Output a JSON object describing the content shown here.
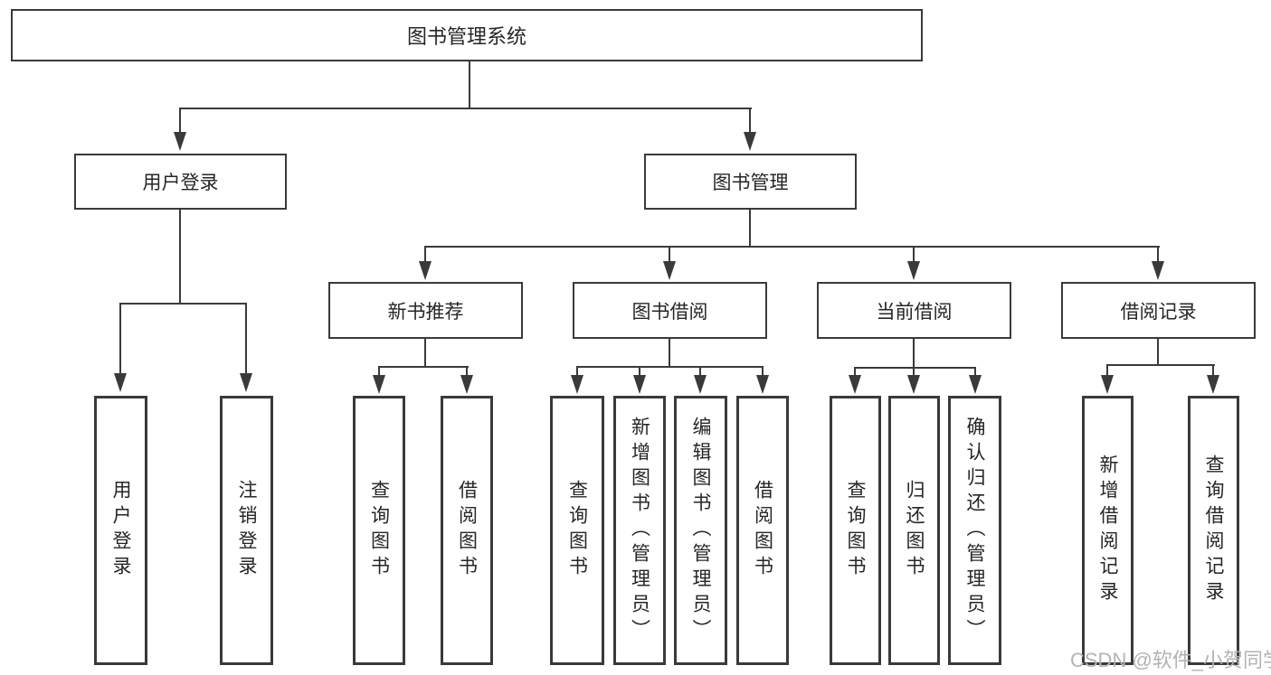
{
  "colors": {
    "line": "#3a3a3a",
    "text": "#262626",
    "watermark": "#b3b3b3",
    "background": "#ffffff"
  },
  "tree": {
    "label": "图书管理系统",
    "children": [
      {
        "label": "用户登录",
        "children": [
          {
            "label": "用户登录"
          },
          {
            "label": "注销登录"
          }
        ]
      },
      {
        "label": "图书管理",
        "children": [
          {
            "label": "新书推荐",
            "children": [
              {
                "label": "查询图书"
              },
              {
                "label": "借阅图书"
              }
            ]
          },
          {
            "label": "图书借阅",
            "children": [
              {
                "label": "查询图书"
              },
              {
                "label": "新增图书（管理员）"
              },
              {
                "label": "编辑图书（管理员）"
              },
              {
                "label": "借阅图书"
              }
            ]
          },
          {
            "label": "当前借阅",
            "children": [
              {
                "label": "查询图书"
              },
              {
                "label": "归还图书"
              },
              {
                "label": "确认归还（管理员）"
              }
            ]
          },
          {
            "label": "借阅记录",
            "children": [
              {
                "label": "新增借阅记录"
              },
              {
                "label": "查询借阅记录"
              }
            ]
          }
        ]
      }
    ]
  },
  "watermark": "CSDN @软件_小贺同学"
}
